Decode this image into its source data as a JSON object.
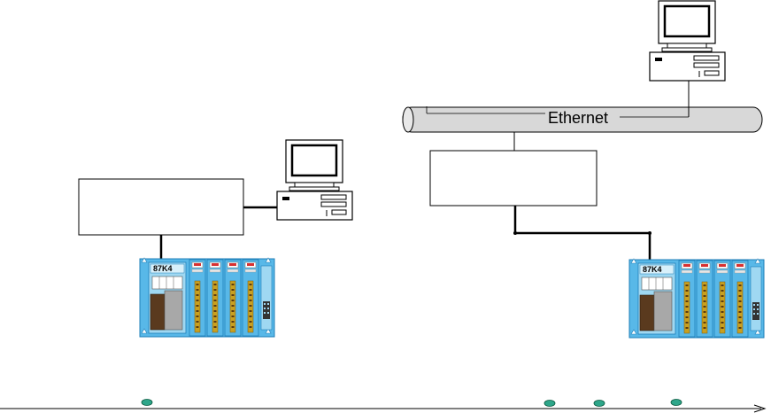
{
  "network": {
    "label": "Ethernet"
  },
  "io_units": [
    {
      "id": "left-io-unit",
      "model_label": "87K4"
    },
    {
      "id": "right-io-unit",
      "model_label": "87K4"
    }
  ],
  "colors": {
    "rack": "#58b8e8",
    "rack_dark": "#1f7fb8",
    "module_brown": "#5a3a1e",
    "terminal": "#c8a020",
    "marker": "#2ea68a",
    "cable": "#d8d8d8"
  },
  "icons": [
    "computer-icon",
    "io-rack-icon",
    "ethernet-cable-icon",
    "timeline-marker-icon",
    "arrow-head-icon"
  ]
}
